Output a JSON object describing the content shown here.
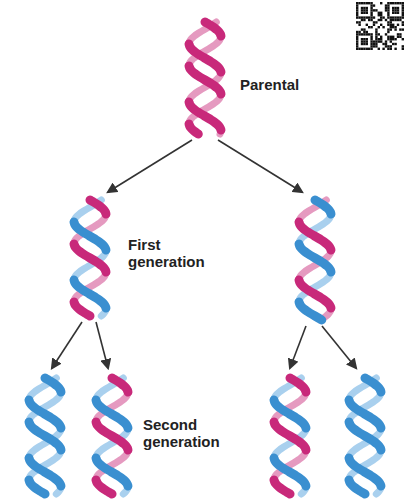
{
  "diagram": {
    "labels": [
      "Parental",
      "First generation",
      "Second generation"
    ]
  }
}
